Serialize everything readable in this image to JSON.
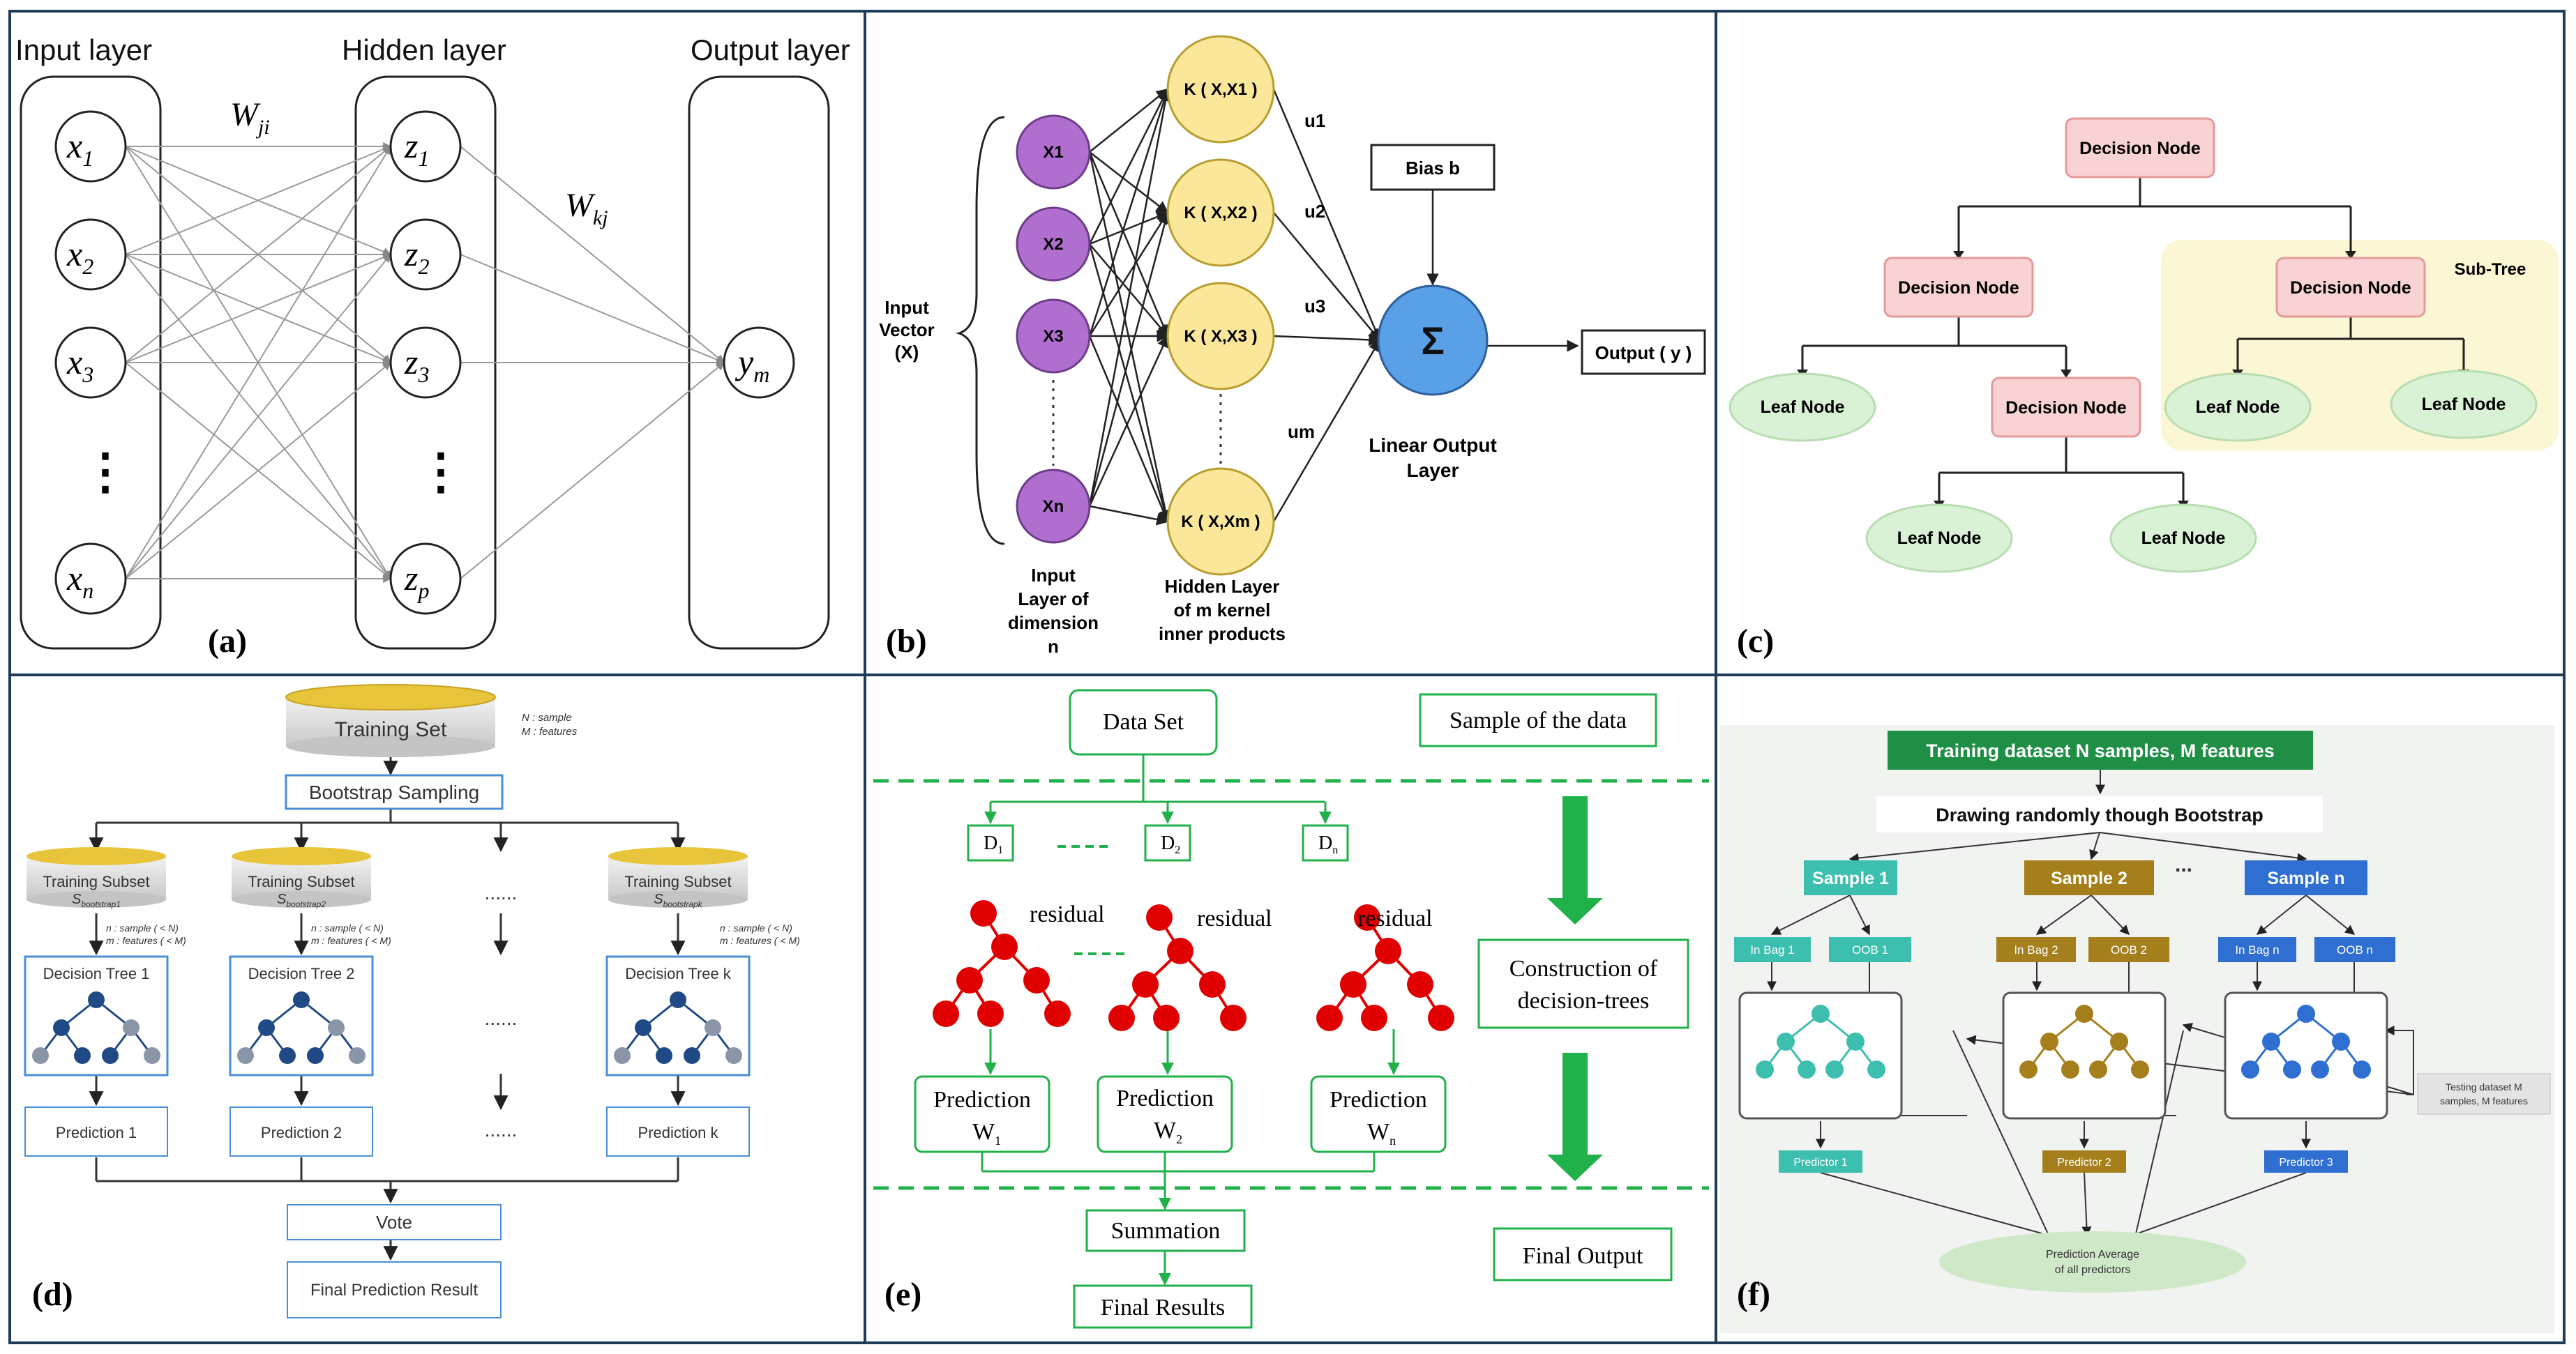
{
  "colors": {
    "frame": "#1f3b5a",
    "kernel_fill": "#fbe79a",
    "input_fill": "#b06fcf",
    "sum_fill": "#5aa0e6",
    "decision_fill": "#f9d3d3",
    "leaf_fill": "#d9f1d4",
    "subtree_fill": "#fbf6d3",
    "tree_red": "#e00000",
    "green": "#21b14b",
    "dark_green": "#1e8f44",
    "teal": "#3cbfae",
    "gold": "#a57f1b",
    "blue": "#2e6fd1",
    "gray_node": "#8a96a8",
    "navy_node": "#1f4a86"
  },
  "panel_a": {
    "label": "(a)",
    "input_layer": "Input layer",
    "hidden_layer": "Hidden layer",
    "output_layer": "Output layer",
    "w_ji": "W",
    "w_ji_sub": "ji",
    "w_kj": "W",
    "w_kj_sub": "kj",
    "inputs": [
      {
        "base": "x",
        "sub": "1"
      },
      {
        "base": "x",
        "sub": "2"
      },
      {
        "base": "x",
        "sub": "3"
      },
      {
        "base": "⋮",
        "sub": ""
      },
      {
        "base": "x",
        "sub": "n"
      }
    ],
    "hidden": [
      {
        "base": "z",
        "sub": "1"
      },
      {
        "base": "z",
        "sub": "2"
      },
      {
        "base": "z",
        "sub": "3"
      },
      {
        "base": "⋮",
        "sub": ""
      },
      {
        "base": "z",
        "sub": "p"
      }
    ],
    "output": {
      "base": "y",
      "sub": "m"
    }
  },
  "panel_b": {
    "label": "(b)",
    "input_vector": [
      "Input",
      "Vector",
      "(X)"
    ],
    "inputs": [
      "X1",
      "X2",
      "X3",
      "Xn"
    ],
    "kernels": [
      "K ( X,X1 )",
      "K ( X,X2 )",
      "K ( X,X3 )",
      "K ( X,Xm )"
    ],
    "weights": [
      "u1",
      "u2",
      "u3",
      "um"
    ],
    "bias": "Bias b",
    "sum": "Σ",
    "output": "Output ( y )",
    "linear_output": [
      "Linear Output",
      "Layer"
    ],
    "input_layer_caption": [
      "Input",
      "Layer of",
      "dimension",
      "n"
    ],
    "hidden_layer_caption": [
      "Hidden Layer",
      "of m kernel",
      "inner products"
    ]
  },
  "panel_c": {
    "label": "(c)",
    "root": "Decision Node",
    "left_decision": "Decision Node",
    "right_decision": "Decision Node",
    "mid_decision": "Decision Node",
    "sub_tree": "Sub-Tree",
    "leaf": "Leaf Node"
  },
  "panel_d": {
    "label": "(d)",
    "training_set": "Training Set",
    "legend_n": "N : sample",
    "legend_m": "M : features",
    "bootstrap": "Bootstrap Sampling",
    "subset": "Training Subset",
    "subset_subs": [
      "S",
      "S",
      "S"
    ],
    "subset_subscripts": [
      "bootstrap1",
      "bootstrap2",
      "bootstrapk"
    ],
    "sample_notes": [
      [
        "n : sample ( < N)",
        "m : features ( < M)"
      ],
      [
        "n : sample ( < N)",
        "m : features ( < M)"
      ],
      [
        "n : sample ( < N)",
        "m : features ( < M)"
      ]
    ],
    "trees": [
      "Decision Tree 1",
      "Decision Tree 2",
      "Decision Tree k"
    ],
    "predictions": [
      "Prediction 1",
      "Prediction 2",
      "Prediction k"
    ],
    "ellipsis": "......",
    "vote": "Vote",
    "final": "Final Prediction Result"
  },
  "panel_e": {
    "label": "(e)",
    "data_set": "Data Set",
    "sample_of_data": "Sample of the data",
    "d_labels": [
      "D",
      "D",
      "D"
    ],
    "d_subs": [
      "1",
      "2",
      "n"
    ],
    "residual": "residual",
    "construction": [
      "Construction of",
      "decision-trees"
    ],
    "prediction": "Prediction",
    "w_labels": [
      "W",
      "W",
      "W"
    ],
    "w_subs": [
      "1",
      "2",
      "n"
    ],
    "summation": "Summation",
    "final_results": "Final Results",
    "final_output": "Final Output"
  },
  "panel_f": {
    "label": "(f)",
    "title": "Training dataset N samples, M features",
    "drawing": "Drawing randomly though Bootstrap",
    "samples": [
      "Sample 1",
      "Sample 2",
      "Sample n"
    ],
    "ellipsis": "...",
    "in_bag": [
      "In Bag 1",
      "In Bag 2",
      "In Bag n"
    ],
    "oob": [
      "OOB 1",
      "OOB 2",
      "OOB n"
    ],
    "predictors": [
      "Predictor 1",
      "Predictor 2",
      "Predictor 3"
    ],
    "testing": [
      "Testing dataset M",
      "samples, M features"
    ],
    "average": [
      "Prediction Average",
      "of all predictors"
    ]
  }
}
